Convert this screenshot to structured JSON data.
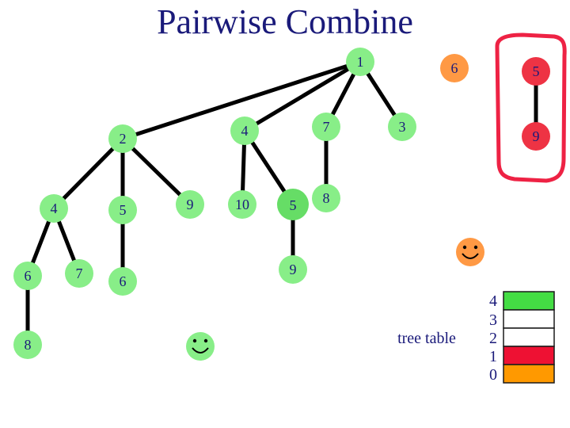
{
  "title": "Pairwise Combine",
  "trees": {
    "main_root": "1",
    "child_2": "2",
    "child_4": "4",
    "child_7": "7",
    "child_3": "3",
    "grand_4": "4",
    "grand_5": "5",
    "grand_9": "9",
    "grand_10": "10",
    "grand_5b": "5",
    "grand_8": "8",
    "ggrand_6": "6",
    "ggrand_7": "7",
    "ggrand_6b": "6",
    "ggrand_9": "9",
    "leaf_8": "8",
    "tree6_root": "6",
    "tree5_root": "5",
    "tree5_child_9": "9"
  },
  "tree_table": {
    "label": "tree table",
    "indices": [
      "4",
      "3",
      "2",
      "1",
      "0"
    ],
    "colors": [
      "#44dd44",
      "#ffffff",
      "#ffffff",
      "#ee1133",
      "#ff9900"
    ]
  },
  "colors": {
    "node_green": "#88ee88",
    "node_orange": "#ff9944",
    "node_red": "#ee3344",
    "node_highlight": "#66dd66",
    "edge": "#000000",
    "annotation_red": "#ee2244",
    "text_blue": "#1a1a7a"
  },
  "icons": [
    "smiley-icon",
    "smiley-icon"
  ]
}
